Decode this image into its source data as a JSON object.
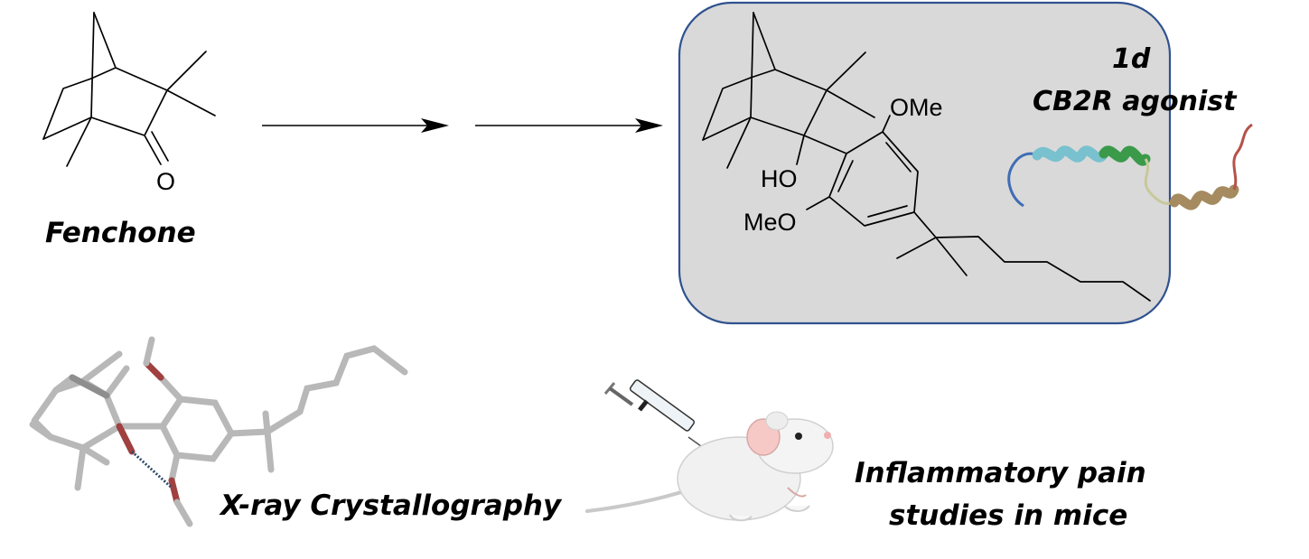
{
  "labels": {
    "fenchone": "Fenchone",
    "compound_id": "1d",
    "compound_class": "CB2R agonist",
    "xray": "X-ray Crystallography",
    "pain_line1": "Inflammatory pain",
    "pain_line2": "studies in mice"
  },
  "atoms": {
    "fenchone_oxygen": "O",
    "methoxy_top": "OMe",
    "hydroxyl": "HO",
    "methoxy_bottom": "MeO"
  },
  "colors": {
    "highlight_fill": "#d9d9d9",
    "highlight_border": "#2f528f",
    "helix_blue": "#3f6db5",
    "helix_cyan": "#79c1cf",
    "helix_green": "#3a9a4a",
    "helix_tan": "#a58b5f",
    "helix_red": "#b5524a"
  }
}
